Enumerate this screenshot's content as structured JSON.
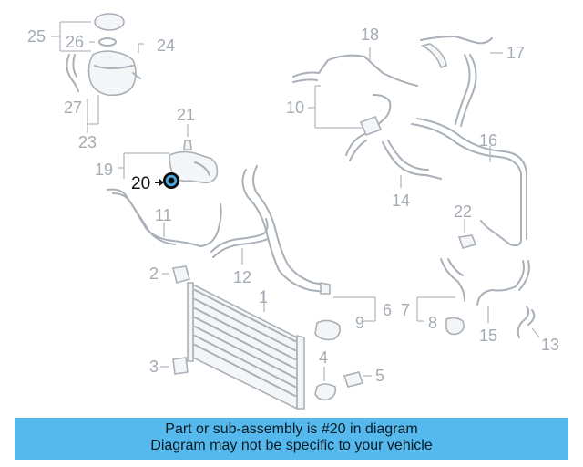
{
  "diagram": {
    "callouts": [
      "25",
      "26",
      "24",
      "18",
      "17",
      "27",
      "10",
      "23",
      "21",
      "16",
      "19",
      "20",
      "14",
      "22",
      "11",
      "2",
      "12",
      "1",
      "6",
      "7",
      "9",
      "8",
      "15",
      "13",
      "3",
      "4",
      "5"
    ],
    "highlighted_part": "20"
  },
  "banner": {
    "line1": "Part or sub-assembly is #20 in diagram",
    "line2": "Diagram may not be specific to your vehicle",
    "color": "#55b9ee"
  },
  "colors": {
    "part_outline": "#a9b0b8",
    "label_gray": "#a4abb2",
    "highlight_ring": "#4aa8dc"
  }
}
